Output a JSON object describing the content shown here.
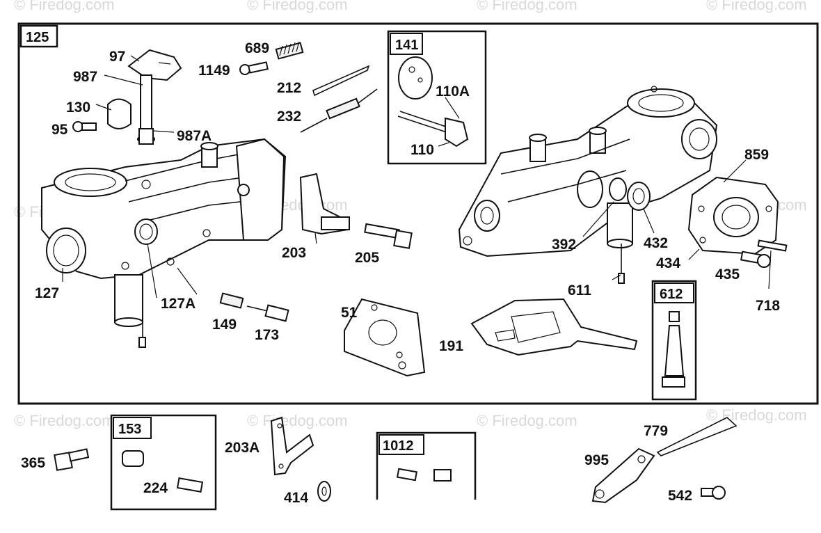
{
  "watermark": "© Firedog.com",
  "boxes": {
    "main": "125",
    "b141": "141",
    "b612": "612",
    "b153": "153",
    "b1012": "1012"
  },
  "labels": {
    "p97": "97",
    "p987": "987",
    "p130": "130",
    "p95": "95",
    "p987a": "987A",
    "p689": "689",
    "p1149": "1149",
    "p212": "212",
    "p232": "232",
    "p110a": "110A",
    "p110": "110",
    "p859": "859",
    "p203": "203",
    "p205": "205",
    "p392": "392",
    "p432": "432",
    "p434": "434",
    "p435": "435",
    "p718": "718",
    "p611": "611",
    "p127": "127",
    "p127a": "127A",
    "p149": "149",
    "p173": "173",
    "p51": "51",
    "p191": "191",
    "p365": "365",
    "p224": "224",
    "p203a": "203A",
    "p414": "414",
    "p779": "779",
    "p995": "995",
    "p542": "542"
  }
}
